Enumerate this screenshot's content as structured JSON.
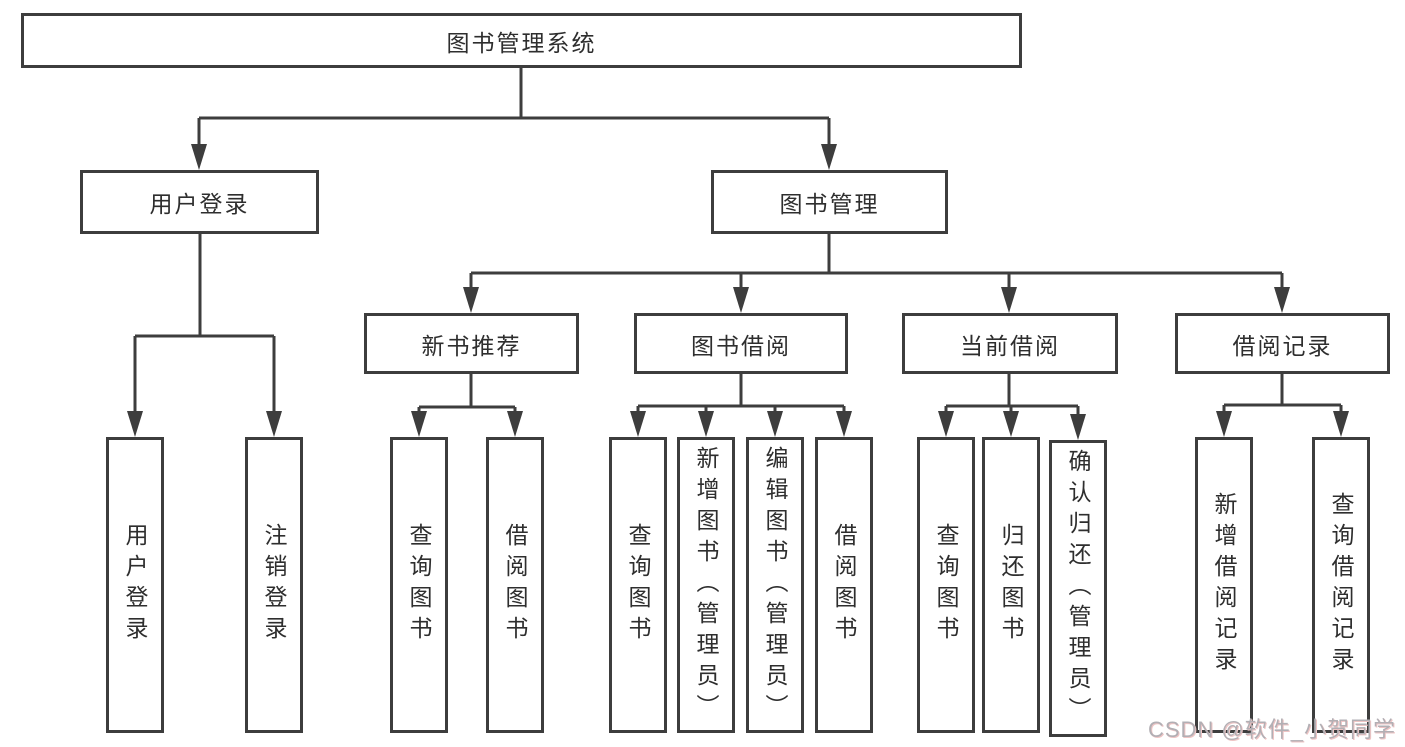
{
  "diagram": {
    "root": {
      "label": "图书管理系统"
    },
    "branches": [
      {
        "label": "用户登录",
        "children": [
          {
            "label": "用户登录"
          },
          {
            "label": "注销登录"
          }
        ]
      },
      {
        "label": "图书管理",
        "children": [
          {
            "label": "新书推荐",
            "children": [
              {
                "label": "查询图书"
              },
              {
                "label": "借阅图书"
              }
            ]
          },
          {
            "label": "图书借阅",
            "children": [
              {
                "label": "查询图书"
              },
              {
                "label": "新增图书（管理员）"
              },
              {
                "label": "编辑图书（管理员）"
              },
              {
                "label": "借阅图书"
              }
            ]
          },
          {
            "label": "当前借阅",
            "children": [
              {
                "label": "查询图书"
              },
              {
                "label": "归还图书"
              },
              {
                "label": "确认归还（管理员）"
              }
            ]
          },
          {
            "label": "借阅记录",
            "children": [
              {
                "label": "新增借阅记录"
              },
              {
                "label": "查询借阅记录"
              }
            ]
          }
        ]
      }
    ]
  },
  "watermark": {
    "text": "CSDN @软件_小贺同学"
  },
  "colors": {
    "line": "#3d3d3d",
    "box_border": "#3d3d3d",
    "text": "#2e2e2e",
    "watermark": "#b2afb4",
    "background": "#ffffff"
  }
}
